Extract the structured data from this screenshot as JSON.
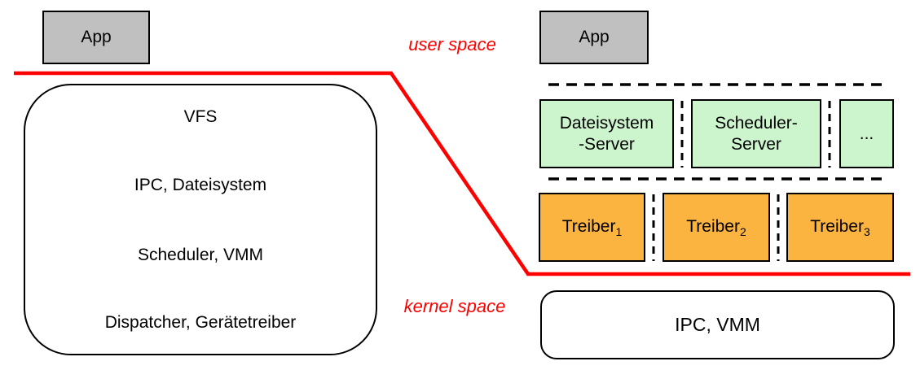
{
  "colors": {
    "boundary_red": "#ff0000",
    "app_gray": "#c0c0c0",
    "server_green": "#cdf5cd",
    "driver_orange": "#fcb441",
    "line_black": "#000000"
  },
  "region_labels": {
    "user_space": "user space",
    "kernel_space": "kernel space"
  },
  "monolithic": {
    "app_label": "App",
    "layers": [
      "VFS",
      "IPC, Dateisystem",
      "Scheduler, VMM",
      "Dispatcher, Gerätetreiber"
    ]
  },
  "microkernel": {
    "app_label": "App",
    "servers": [
      {
        "line1": "Dateisystem",
        "line2": "-Server"
      },
      {
        "line1": "Scheduler-",
        "line2": "Server"
      },
      {
        "line1": "..."
      }
    ],
    "drivers": [
      {
        "name": "Treiber",
        "subscript": "1"
      },
      {
        "name": "Treiber",
        "subscript": "2"
      },
      {
        "name": "Treiber",
        "subscript": "3"
      }
    ],
    "kernel_label": "IPC, VMM"
  }
}
